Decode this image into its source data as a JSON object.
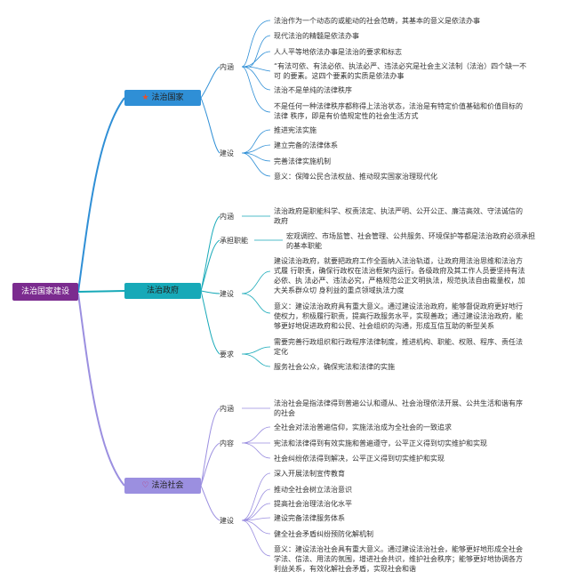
{
  "root": "法治国家建设",
  "branches": [
    {
      "label": "法治国家",
      "icon": "star-icon",
      "subs": [
        {
          "label": "内涵",
          "items": [
            "法治作为一个动态的或能动的社会范畴，其基本的意义是依法办事",
            "现代法治的精髓是依法办事",
            "人人平等地依法办事是法治的要求和标志",
            "“有法可依、有法必依、执法必严、违法必究是社会主义法制（法治）四个缺一不可 的要素。这四个要素的实质是依法办事",
            "法治不是单纯的法律秩序",
            "不是任何一种法律秩序都称得上法治状态，法治是有特定价值基础和价值目标的法律 秩序，即是有价值规定性的社会生活方式"
          ]
        },
        {
          "label": "建设",
          "items": [
            "推进宪法实施",
            "建立完备的法律体系",
            "完善法律实施机制",
            "意义：保障公民合法权益、推动现实国家治理现代化"
          ]
        }
      ]
    },
    {
      "label": "法治政府",
      "icon": "",
      "subs": [
        {
          "label": "内涵",
          "items": [
            "法治政府是职能科学、权责法定、执法严明、公开公正、廉洁高效、守法诚信的政府"
          ]
        },
        {
          "label": "承担职能",
          "items": [
            "宏观调控、市场监管、社会管理、公共服务、环境保护等都是法治政府必须承担的基本职能"
          ]
        },
        {
          "label": "建设",
          "items": [
            "建设法治政府，就要把政府工作全面纳入法治轨道，让政府用法治思维和法治方式履 行职责，确保行政权在法治框架内运行。各级政府及其工作人员要坚持有法必依、执 法必严、违法必究，严格规范公正文明执法，规范执法自由裁量权，加大关系群众切 身利益的重点领域执法力度",
            "意义：建设法治政府具有重大意义。通过建设法治政府，能够督促政府更好地行使权力，积极履行职责，提高行政服务水平，实现善政；通过建设法治政府，能够更好地促进政府和公民、社会组织的沟通，形成互信互助的新型关系"
          ]
        },
        {
          "label": "要求",
          "items": [
            "需要完善行政组织和行政程序法律制度，推进机构、职能、权限、程序、责任法定化",
            "服务社会公众，确保宪法和法律的实施"
          ]
        }
      ]
    },
    {
      "label": "法治社会",
      "icon": "heart-icon",
      "subs": [
        {
          "label": "内涵",
          "items": [
            "法治社会是指法律得到普遍公认和遵从、社会治理依法开展、公共生活和谐有序的社会"
          ]
        },
        {
          "label": "内容",
          "items": [
            "全社会对法治普遍信仰，实施法治成为全社会的一致追求",
            "宪法和法律得到有效实施和普遍遵守，公平正义得到切实维护和实现",
            "社会纠纷依法得到解决，公平正义得到切实维护和实现"
          ]
        },
        {
          "label": "建设",
          "items": [
            "深入开展法制宣传教育",
            "推动全社会树立法治意识",
            "提高社会治理法治化水平",
            "建设完备法律服务体系",
            "健全社会矛盾纠纷预防化解机制",
            "意义：建设法治社会具有重大意义。通过建设法治社会，能够更好地形成全社会学法、信法、用法的氛围，增进社会共识，维护社会秩序；能够更好地协调各方利益关系，有效化解社会矛盾，实现社会和谐"
          ]
        }
      ]
    }
  ]
}
